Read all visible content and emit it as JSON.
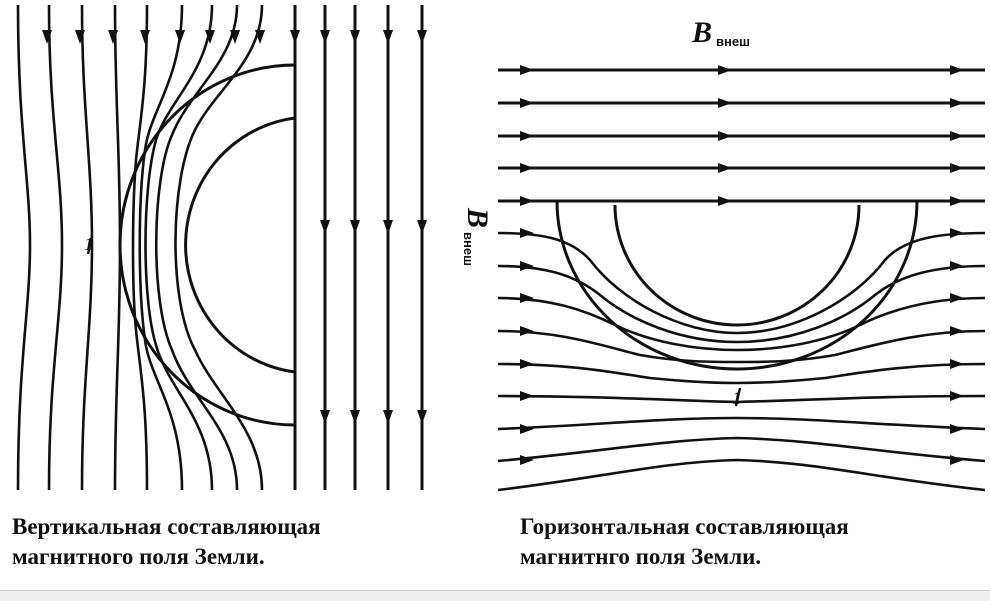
{
  "left_panel": {
    "field_label": "B",
    "field_label_sub": "внеш",
    "region_marker": "1",
    "caption_line1": "Вертикальная составляющая",
    "caption_line2": "магнитного поля Земли."
  },
  "right_panel": {
    "field_label": "B",
    "field_label_sub": "внеш",
    "region_marker": "1",
    "caption_line1": "Горизонтальная составляющая",
    "caption_line2": "магнитнго поля Земли."
  },
  "colors": {
    "ink": "#111111",
    "background": "#ffffff"
  }
}
